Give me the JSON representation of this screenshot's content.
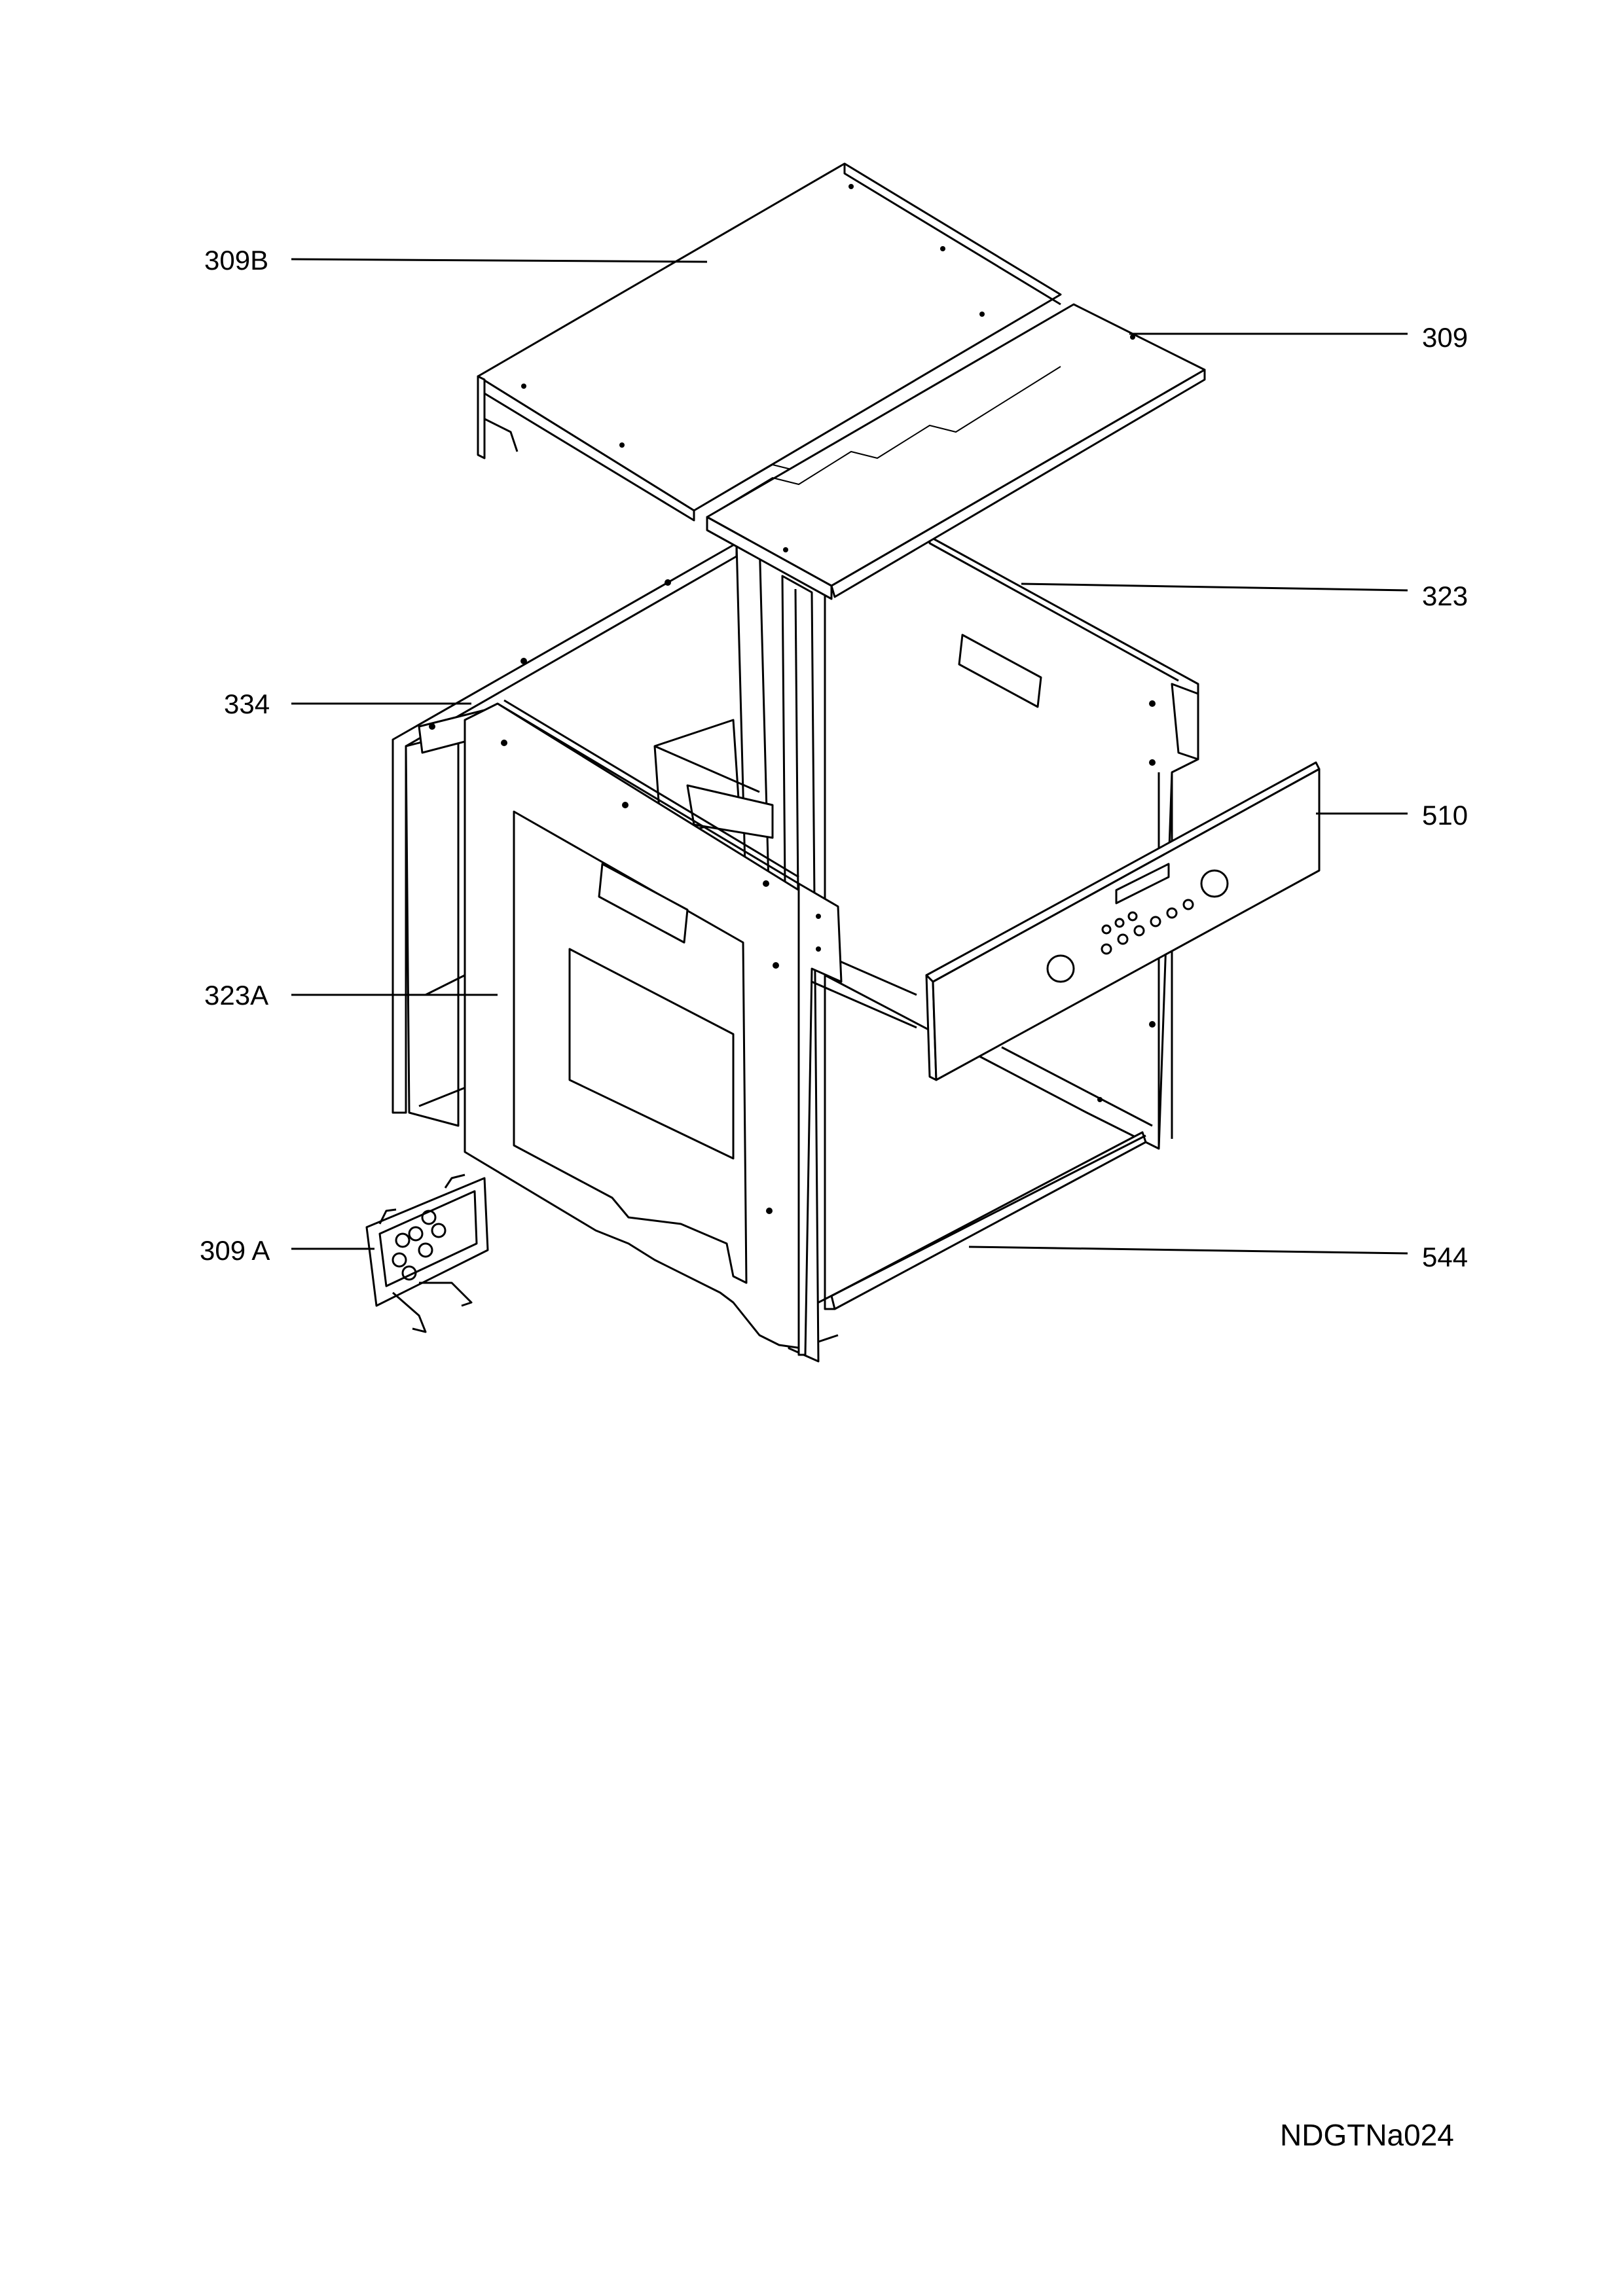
{
  "diagram": {
    "labels": {
      "p309B": "309B",
      "p309": "309",
      "p323": "323",
      "p334": "334",
      "p510": "510",
      "p323A": "323A",
      "p309A": "309 A",
      "p544": "544"
    },
    "drawing_code": "NDGTNa024"
  }
}
